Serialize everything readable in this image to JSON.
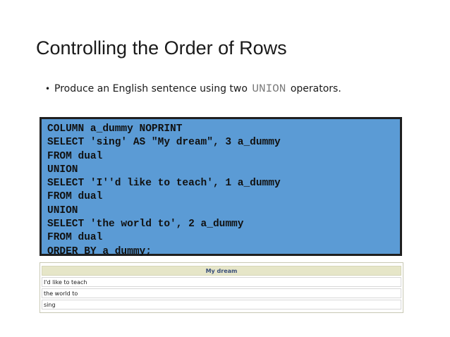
{
  "slide": {
    "title": "Controlling the Order of Rows",
    "bullet": {
      "text_before": "Produce an English sentence using two ",
      "code_word": "UNION",
      "text_after": " operators."
    },
    "code_lines": [
      "COLUMN a_dummy NOPRINT",
      "SELECT 'sing' AS \"My dream\", 3 a_dummy",
      "FROM dual",
      "UNION",
      "SELECT 'I''d like to teach', 1 a_dummy",
      "FROM dual",
      "UNION",
      "SELECT 'the world to', 2 a_dummy",
      "FROM dual",
      "ORDER BY a_dummy;"
    ],
    "result": {
      "header": "My dream",
      "rows": [
        "I'd like to teach",
        "the world to",
        "sing"
      ]
    }
  },
  "colors": {
    "code_background": "#5b9bd5",
    "result_header_background": "#e6e6c8",
    "result_header_text": "#3a4f7a"
  }
}
